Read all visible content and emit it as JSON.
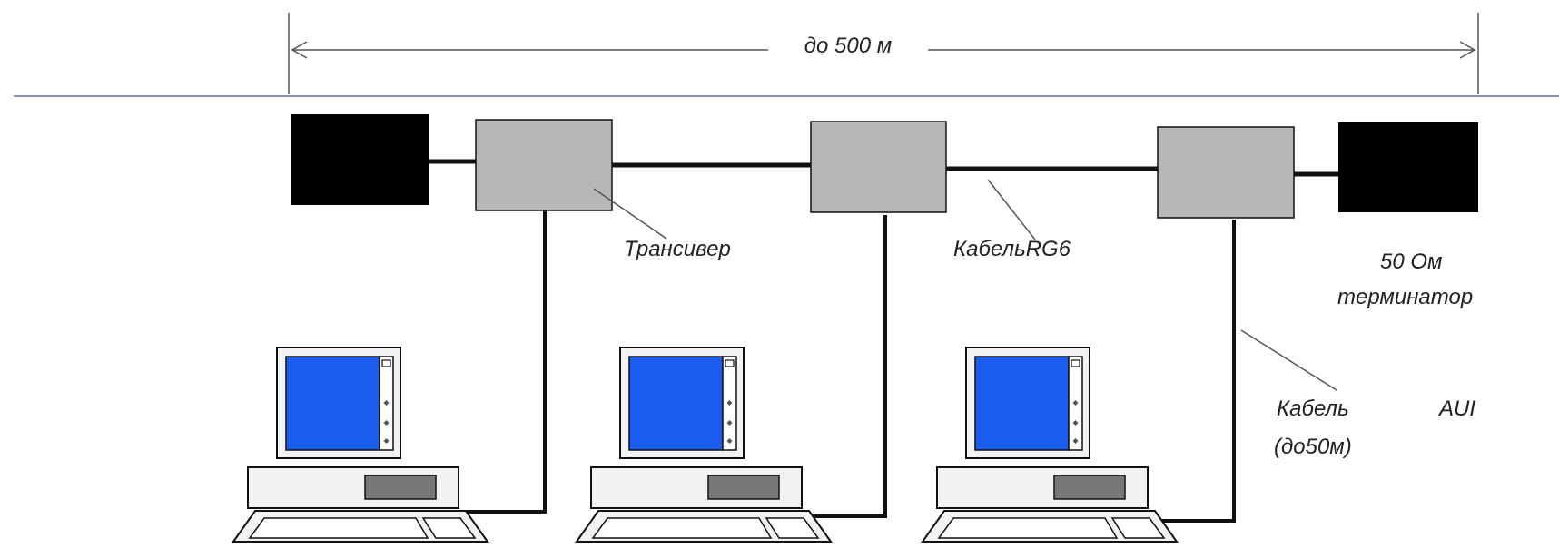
{
  "labels": {
    "distance": "до 500 м",
    "transceiver": "Трансивер",
    "cable_rg6": "КабельRG6",
    "terminator_line1": "50 Ом",
    "terminator_line2": "терминатор",
    "aui_cable_line1": "Кабель",
    "aui_cable_aui": "AUI",
    "aui_cable_line2": "(до50м)"
  },
  "colors": {
    "backbone": "#8a8fb4",
    "terminator": "#000000",
    "transceiver": "#b7b7b7",
    "screen": "#1b5cf0",
    "line": "#111111",
    "leader": "#555555"
  }
}
